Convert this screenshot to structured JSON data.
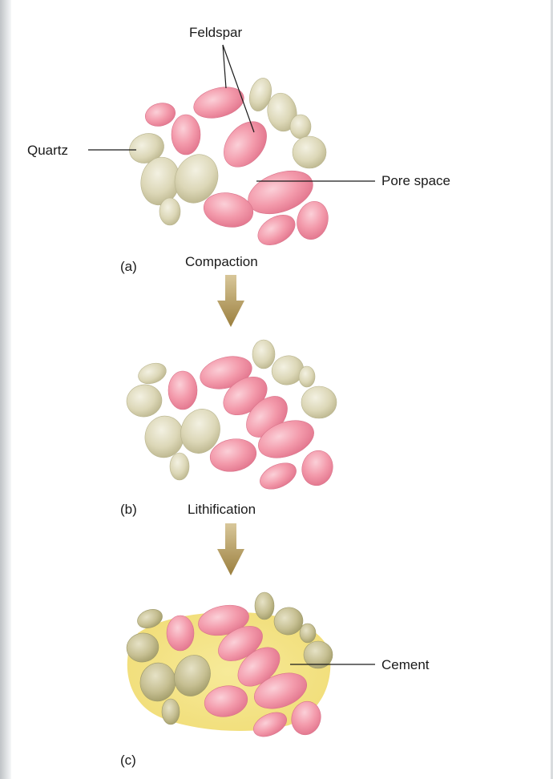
{
  "labels": {
    "feldspar": "Feldspar",
    "quartz": "Quartz",
    "pore_space": "Pore space",
    "cement": "Cement",
    "panel_a": "(a)",
    "panel_b": "(b)",
    "panel_c": "(c)",
    "step_1": "Compaction",
    "step_2": "Lithification"
  },
  "colors": {
    "quartz": "#ddd8b8",
    "quartz_cemented": "#c9c293",
    "feldspar": "#f08a9e",
    "cement": "#f3e27a",
    "arrow": "#a88e4e",
    "page_edge": "#c9cccf"
  }
}
